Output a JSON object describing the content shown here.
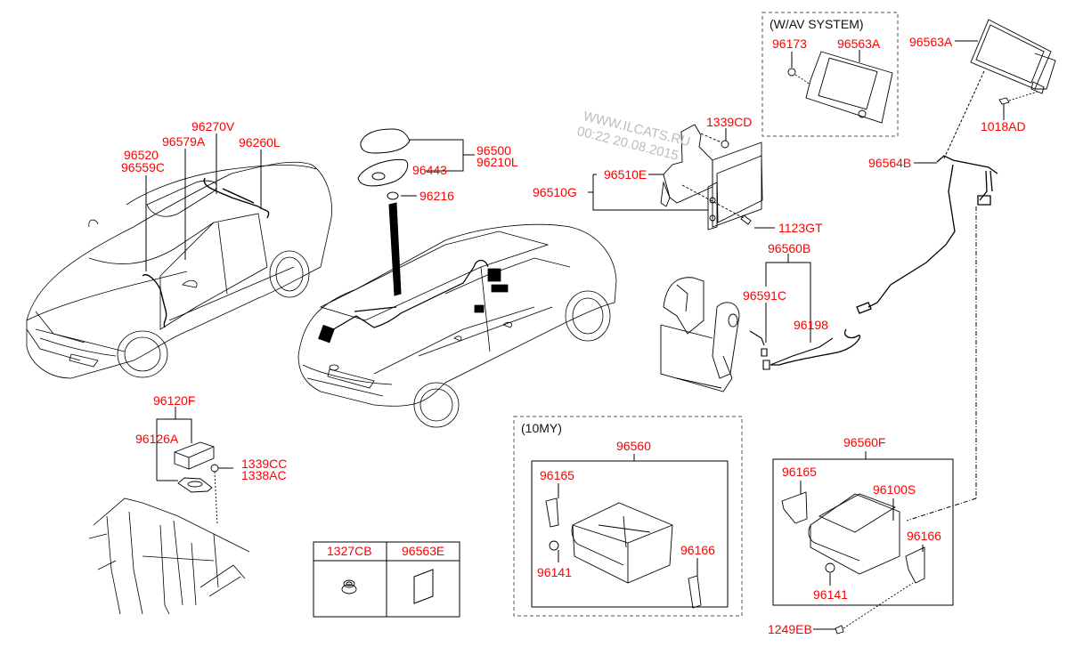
{
  "diagram": {
    "label_color": "#ff0000",
    "line_color": "#000000",
    "watermark": {
      "line1": "WWW.ILCATS.RU",
      "line2": "00:22 20.08.2015",
      "color": "#bdbdbd"
    },
    "groups": {
      "wav_system": {
        "title": "(W/AV SYSTEM)",
        "labels": [
          "96173",
          "96563A"
        ]
      },
      "my10": {
        "title": "(10MY)",
        "assembly": "96560",
        "labels": [
          "96165",
          "96141",
          "96166"
        ]
      },
      "unit_f": {
        "assembly": "96560F",
        "labels": [
          "96165",
          "96100S",
          "96166",
          "96141"
        ]
      }
    },
    "labels": {
      "l96520": "96520",
      "l96559C": "96559C",
      "l96579A": "96579A",
      "l96270V": "96270V",
      "l96260L": "96260L",
      "l96500": "96500",
      "l96210L": "96210L",
      "l96443": "96443",
      "l96216": "96216",
      "l1339CD": "1339CD",
      "l96510E": "96510E",
      "l96510G": "96510G",
      "l1123GT": "1123GT",
      "l96560B": "96560B",
      "l96591C": "96591C",
      "l96198": "96198",
      "l96563A_main": "96563A",
      "l1018AD": "1018AD",
      "l96564B": "96564B",
      "l96120F": "96120F",
      "l96126A": "96126A",
      "l1339CC": "1339CC",
      "l1338AC": "1338AC",
      "l1249EB": "1249EB"
    },
    "parts_table": {
      "headers": [
        "1327CB",
        "96563E"
      ],
      "icons": [
        "flange-nut",
        "label-sticker"
      ]
    }
  }
}
